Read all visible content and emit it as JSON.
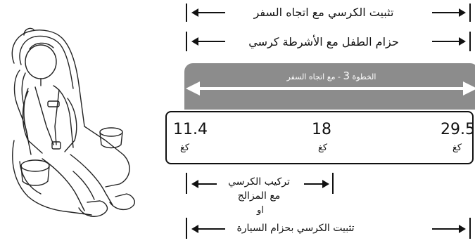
{
  "rows": {
    "install_forward": "تثبيت الكرسي مع اتجاه السفر",
    "harness_seat": "حزام الطفل مع الأشرطة كرسي"
  },
  "stage_bar": {
    "label_prefix": "الخطوة",
    "step_number": "3",
    "label_suffix": "- مع اتجاه السفر"
  },
  "weights": [
    {
      "value": "11.4",
      "unit": "كغ"
    },
    {
      "value": "18",
      "unit": "كغ"
    },
    {
      "value": "29.5",
      "unit": "كغ"
    }
  ],
  "bottom": {
    "connectors_line1": "تركيب الكرسي",
    "connectors_line2": "مع المزالج",
    "or": "او",
    "belt_install": "تثبيت الكرسي بحزام السيارة"
  },
  "colors": {
    "bar": "#8c8c8c",
    "ink": "#111111"
  }
}
